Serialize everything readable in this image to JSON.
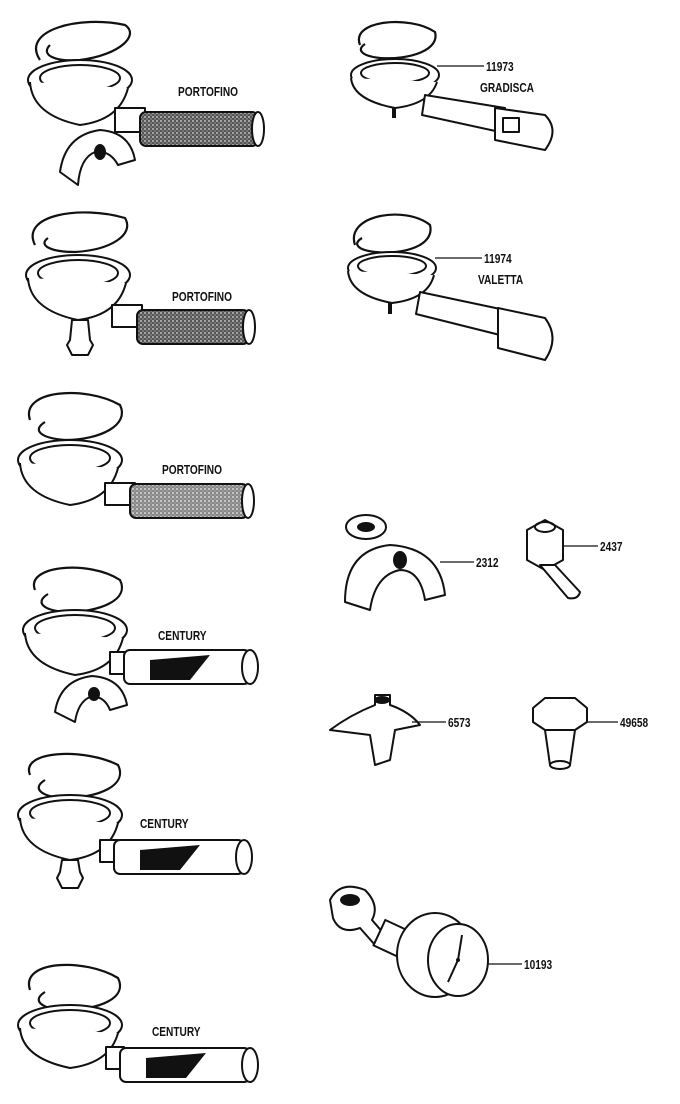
{
  "parts": [
    {
      "id": "pf-portofino-1",
      "name": "PORTOFINO"
    },
    {
      "id": "pf-portofino-2",
      "name": "PORTOFINO"
    },
    {
      "id": "pf-portofino-3",
      "name": "PORTOFINO"
    },
    {
      "id": "pf-century-1",
      "name": "CENTURY"
    },
    {
      "id": "pf-century-2",
      "name": "CENTURY"
    },
    {
      "id": "pf-century-3",
      "name": "CENTURY"
    },
    {
      "id": "pf-gradisca",
      "number": "11973",
      "name": "GRADISCA"
    },
    {
      "id": "pf-valetta",
      "number": "11974",
      "name": "VALETTA"
    },
    {
      "id": "spout-2312",
      "number": "2312"
    },
    {
      "id": "spout-2437",
      "number": "2437"
    },
    {
      "id": "spout-6573",
      "number": "6573"
    },
    {
      "id": "spout-49658",
      "number": "49658"
    },
    {
      "id": "gauge-10193",
      "number": "10193"
    }
  ],
  "colors": {
    "ink": "#111111",
    "paper": "#ffffff"
  }
}
